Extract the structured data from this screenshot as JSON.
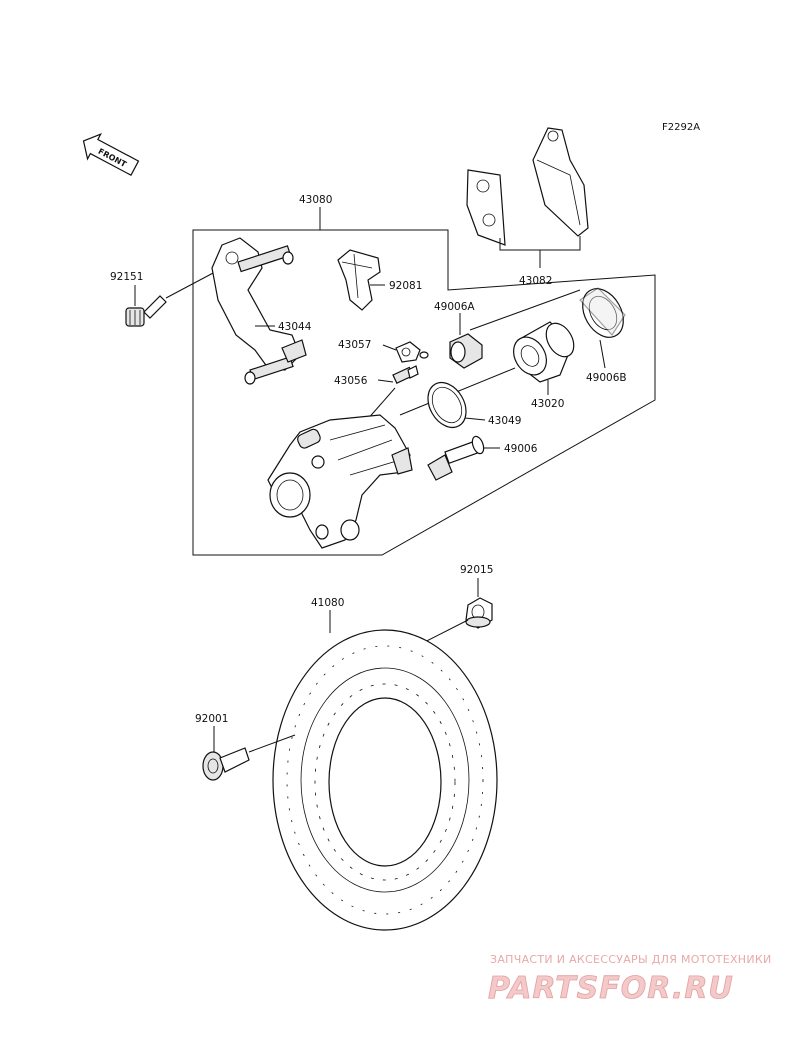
{
  "diagram": {
    "code": "F2292A",
    "front_label": "FRONT",
    "labels": [
      {
        "key": "43080",
        "text": "43080"
      },
      {
        "key": "43082",
        "text": "43082"
      },
      {
        "key": "92151",
        "text": "92151"
      },
      {
        "key": "92081",
        "text": "92081"
      },
      {
        "key": "43044",
        "text": "43044"
      },
      {
        "key": "49006A",
        "text": "49006A"
      },
      {
        "key": "43057",
        "text": "43057"
      },
      {
        "key": "43056",
        "text": "43056"
      },
      {
        "key": "43020",
        "text": "43020"
      },
      {
        "key": "49006B",
        "text": "49006B"
      },
      {
        "key": "43049",
        "text": "43049"
      },
      {
        "key": "49006",
        "text": "49006"
      },
      {
        "key": "92015",
        "text": "92015"
      },
      {
        "key": "41080",
        "text": "41080"
      },
      {
        "key": "92001",
        "text": "92001"
      }
    ]
  },
  "watermark": {
    "tagline": "ЗАПЧАСТИ И АКСЕССУАРЫ ДЛЯ МОТОТЕХНИКИ",
    "brand": "PARTSFOR.RU"
  }
}
